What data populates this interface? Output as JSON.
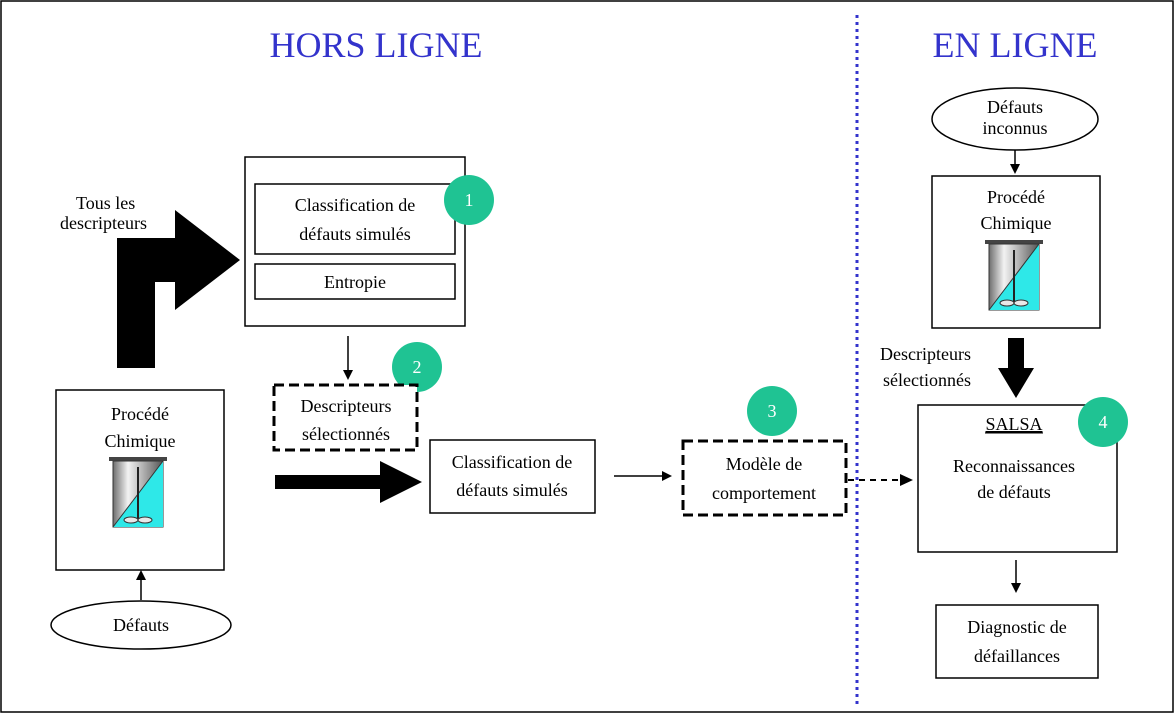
{
  "sections": {
    "offline_title": "HORS LIGNE",
    "online_title": "EN LIGNE"
  },
  "offline": {
    "all_descriptors_line1": "Tous les",
    "all_descriptors_line2": "descripteurs",
    "classif_box": {
      "line1": "Classification de",
      "line2": "défauts simulés",
      "entropy": "Entropie"
    },
    "selected_descriptors": {
      "line1": "Descripteurs",
      "line2": "sélectionnés"
    },
    "process": {
      "line1": "Procédé",
      "line2": "Chimique"
    },
    "defaults": "Défauts",
    "classif2": {
      "line1": "Classification de",
      "line2": "défauts simulés"
    },
    "model": {
      "line1": "Modèle de",
      "line2": "comportement"
    }
  },
  "online": {
    "unknown_defaults": {
      "line1": "Défauts",
      "line2": "inconnus"
    },
    "process": {
      "line1": "Procédé",
      "line2": "Chimique"
    },
    "selected_descriptors": {
      "line1": "Descripteurs",
      "line2": "sélectionnés"
    },
    "salsa": {
      "title": "SALSA",
      "line1": "Reconnaissances",
      "line2": "de défauts"
    },
    "diagnostic": {
      "line1": "Diagnostic de",
      "line2": "défaillances"
    }
  },
  "steps": [
    "1",
    "2",
    "3",
    "4"
  ],
  "colors": {
    "title": "#3333cc",
    "step_badge": "#1fc393",
    "divider": "#3333cc",
    "reactor_liquid": "#2ee8e8"
  }
}
